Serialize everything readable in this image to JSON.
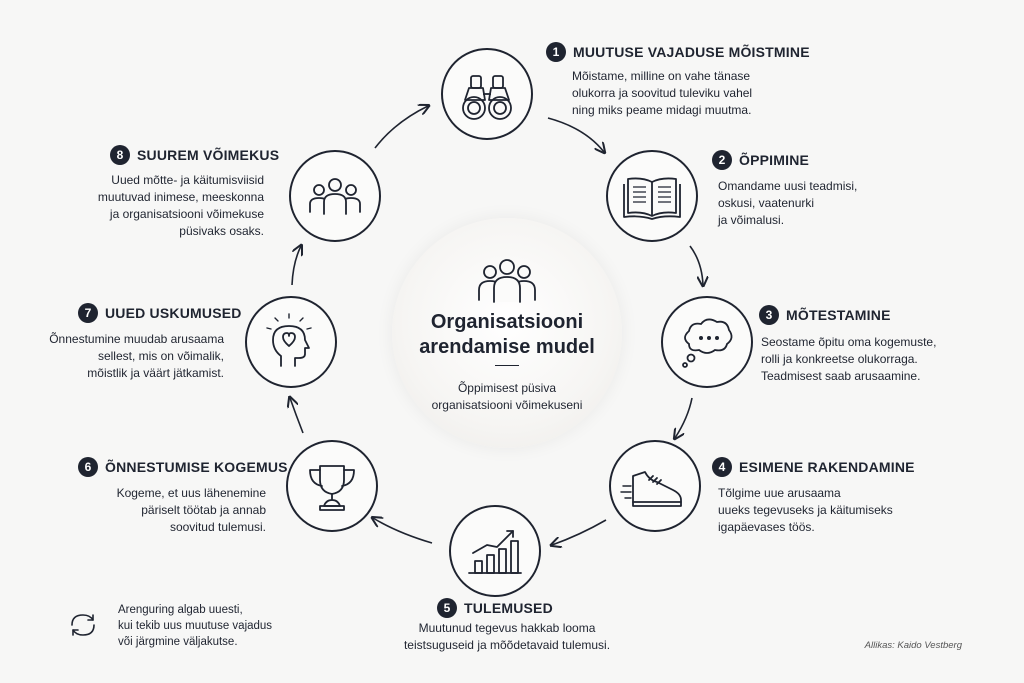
{
  "center": {
    "title": "Organisatsiooni\narendamise mudel",
    "subtitle": "Õppimisest püsiva\norganisatsiooni võimekuseni",
    "icon": "people-group-icon"
  },
  "steps": [
    {
      "number": "1",
      "title": "MUUTUSE VAJADUSE MÕISTMINE",
      "description": "Mõistame, milline on vahe tänase\nolukorra ja soovitud tuleviku vahel\nning miks peame midagi muutma.",
      "icon": "binoculars-icon"
    },
    {
      "number": "2",
      "title": "ÕPPIMINE",
      "description": "Omandame uusi teadmisi,\noskusi, vaatenurki\nja võimalusi.",
      "icon": "open-book-icon"
    },
    {
      "number": "3",
      "title": "MÕTESTAMINE",
      "description": "Seostame õpitu oma kogemuste,\nrolli ja konkreetse olukorraga.\nTeadmisest saab arusaamine.",
      "icon": "thought-bubble-icon"
    },
    {
      "number": "4",
      "title": "ESIMENE RAKENDAMINE",
      "description": "Tõlgime uue arusaama\nuueks tegevuseks ja käitumiseks\nigapäevases töös.",
      "icon": "running-shoe-icon"
    },
    {
      "number": "5",
      "title": "TULEMUSED",
      "description": "Muutunud tegevus hakkab looma\nteistsuguseid ja mõõdetavaid tulemusi.",
      "icon": "growth-chart-icon"
    },
    {
      "number": "6",
      "title": "ÕNNESTUMISE KOGEMUS",
      "description": "Kogeme, et uus lähenemine\npäriselt töötab ja annab\nsoovitud tulemusi.",
      "icon": "trophy-icon"
    },
    {
      "number": "7",
      "title": "UUED USKUMUSED",
      "description": "Õnnestumine muudab arusaama\nsellest, mis on võimalik,\nmõistlik ja väärt jätkamist.",
      "icon": "head-heart-icon"
    },
    {
      "number": "8",
      "title": "SUUREM VÕIMEKUS",
      "description": "Uued mõtte- ja käitumisviisid\nmuutuvad inimese, meeskonna\nja organisatsiooni võimekuse\npüsivaks osaks.",
      "icon": "team-icon"
    }
  ],
  "footnote": {
    "text": "Arenguring algab uuesti,\nkui tekib uus muutuse vajadus\nvõi järgmine väljakutse.",
    "icon": "cycle-arrows-icon"
  },
  "source": "Allikas: Kaido Vestberg",
  "colors": {
    "ink": "#1f2430",
    "background": "#f7f7f6"
  }
}
